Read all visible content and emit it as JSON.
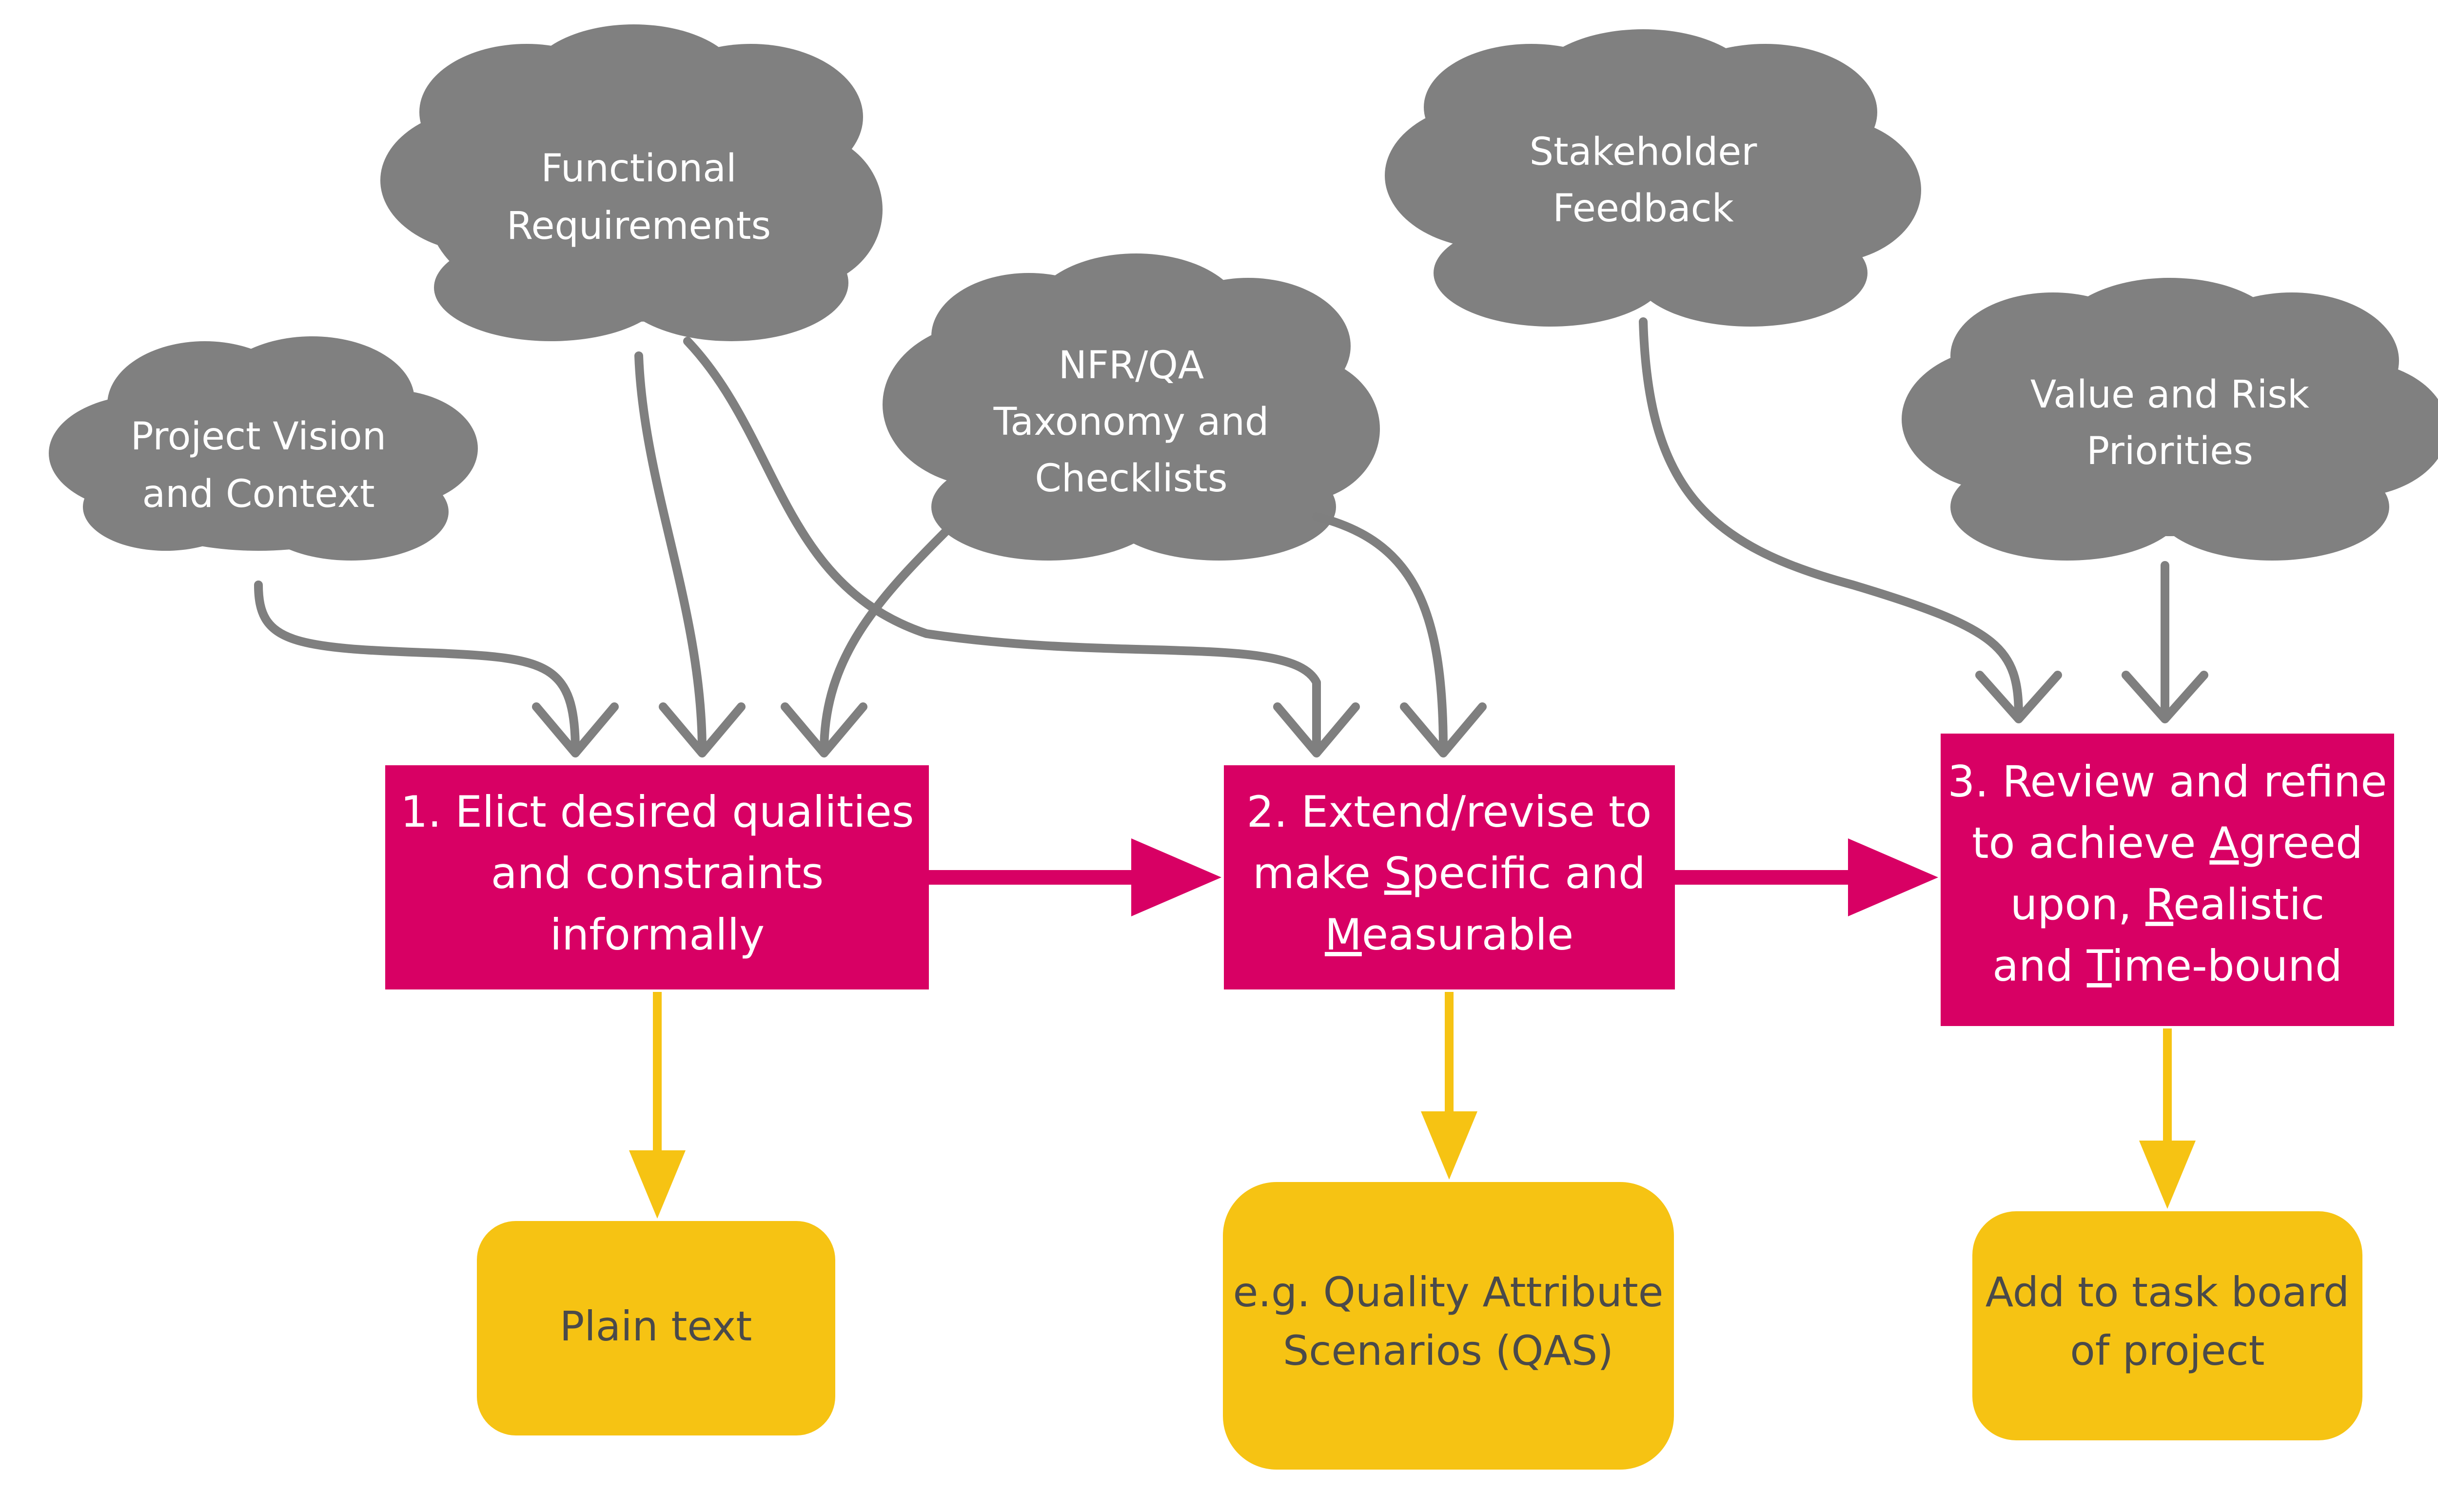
{
  "clouds": {
    "project_vision": {
      "line1": "Project Vision",
      "line2": "and Context"
    },
    "functional_requirements": {
      "line1": "Functional",
      "line2": "Requirements"
    },
    "nfr_qa": {
      "line1": "NFR/QA",
      "line2": "Taxonomy and",
      "line3": "Checklists"
    },
    "stakeholder_feedback": {
      "line1": "Stakeholder",
      "line2": "Feedback"
    },
    "value_risk": {
      "line1": "Value and Risk",
      "line2": "Priorities"
    }
  },
  "steps": {
    "step1": {
      "line1": "1. Elict desired qualities",
      "line2": "and constraints",
      "line3": "informally"
    },
    "step2": {
      "line1": "2. Extend/revise to",
      "line2_pre": "make ",
      "line2_u": "S",
      "line2_post": "pecific and",
      "line3_u": "M",
      "line3_post": "easurable"
    },
    "step3": {
      "line1": "3. Review and refine",
      "line2_pre": "to achieve ",
      "line2_u": "A",
      "line2_post": "greed",
      "line3_pre": "upon, ",
      "line3_u": "R",
      "line3_post": "ealistic",
      "line4_pre": "and ",
      "line4_u": "T",
      "line4_post": "ime-bound"
    }
  },
  "outputs": {
    "out1": {
      "line1": "Plain text"
    },
    "out2": {
      "line1": "e.g. Quality Attribute",
      "line2": "Scenarios (QAS)"
    },
    "out3": {
      "line1": "Add to task board",
      "line2": "of project"
    }
  },
  "colors": {
    "cloud": "#808080",
    "step": "#d80064",
    "output": "#f6c313",
    "output_text": "#4a4a4a",
    "arrow_gray": "#7f7f7f"
  }
}
